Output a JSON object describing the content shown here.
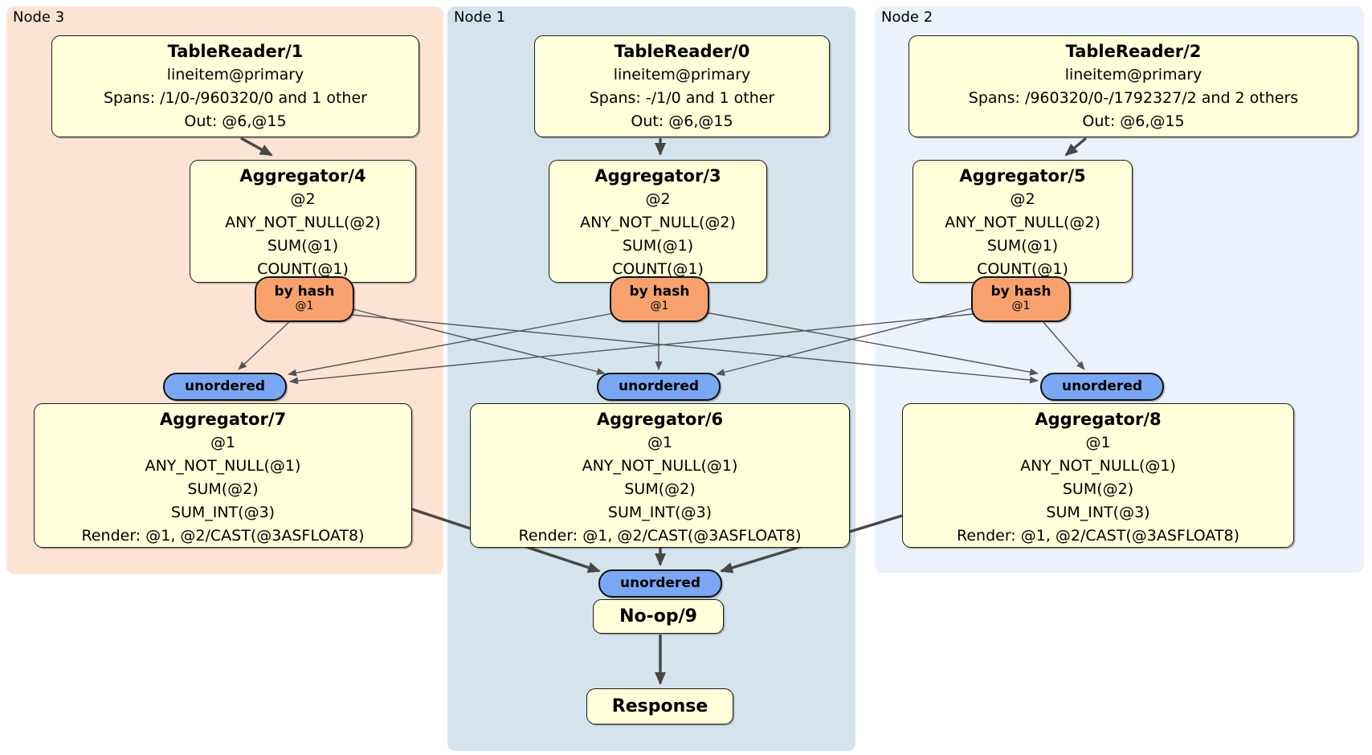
{
  "regions": [
    {
      "label": "Node 3",
      "color": "#fce3d4"
    },
    {
      "label": "Node 1",
      "color": "#d5e3ec"
    },
    {
      "label": "Node 2",
      "color": "#ebf2fb"
    }
  ],
  "processors": {
    "tablereader1": {
      "title": "TableReader/1",
      "lines": [
        "lineitem@primary",
        "Spans: /1/0-/960320/0 and 1 other",
        "Out: @6,@15"
      ]
    },
    "tablereader0": {
      "title": "TableReader/0",
      "lines": [
        "lineitem@primary",
        "Spans: -/1/0 and 1 other",
        "Out: @6,@15"
      ]
    },
    "tablereader2": {
      "title": "TableReader/2",
      "lines": [
        "lineitem@primary",
        "Spans: /960320/0-/1792327/2 and 2 others",
        "Out: @6,@15"
      ]
    },
    "aggregator4": {
      "title": "Aggregator/4",
      "lines": [
        "@2",
        "ANY_NOT_NULL(@2)",
        "SUM(@1)",
        "COUNT(@1)"
      ]
    },
    "aggregator3": {
      "title": "Aggregator/3",
      "lines": [
        "@2",
        "ANY_NOT_NULL(@2)",
        "SUM(@1)",
        "COUNT(@1)"
      ]
    },
    "aggregator5": {
      "title": "Aggregator/5",
      "lines": [
        "@2",
        "ANY_NOT_NULL(@2)",
        "SUM(@1)",
        "COUNT(@1)"
      ]
    },
    "aggregator7": {
      "title": "Aggregator/7",
      "lines": [
        "@1",
        "ANY_NOT_NULL(@1)",
        "SUM(@2)",
        "SUM_INT(@3)",
        "Render: @1, @2/CAST(@3ASFLOAT8)"
      ]
    },
    "aggregator6": {
      "title": "Aggregator/6",
      "lines": [
        "@1",
        "ANY_NOT_NULL(@1)",
        "SUM(@2)",
        "SUM_INT(@3)",
        "Render: @1, @2/CAST(@3ASFLOAT8)"
      ]
    },
    "aggregator8": {
      "title": "Aggregator/8",
      "lines": [
        "@1",
        "ANY_NOT_NULL(@1)",
        "SUM(@2)",
        "SUM_INT(@3)",
        "Render: @1, @2/CAST(@3ASFLOAT8)"
      ]
    },
    "noop9": {
      "title": "No-op/9"
    },
    "response": {
      "title": "Response"
    }
  },
  "router": {
    "label": "by hash",
    "key": "@1"
  },
  "stream": {
    "label": "unordered"
  },
  "colors": {
    "processor_fill": "#ffffd9",
    "router_fill": "#f7a26e",
    "stream_fill": "#79a7f3",
    "edge": "#555555",
    "border": "#1c1c1c"
  }
}
